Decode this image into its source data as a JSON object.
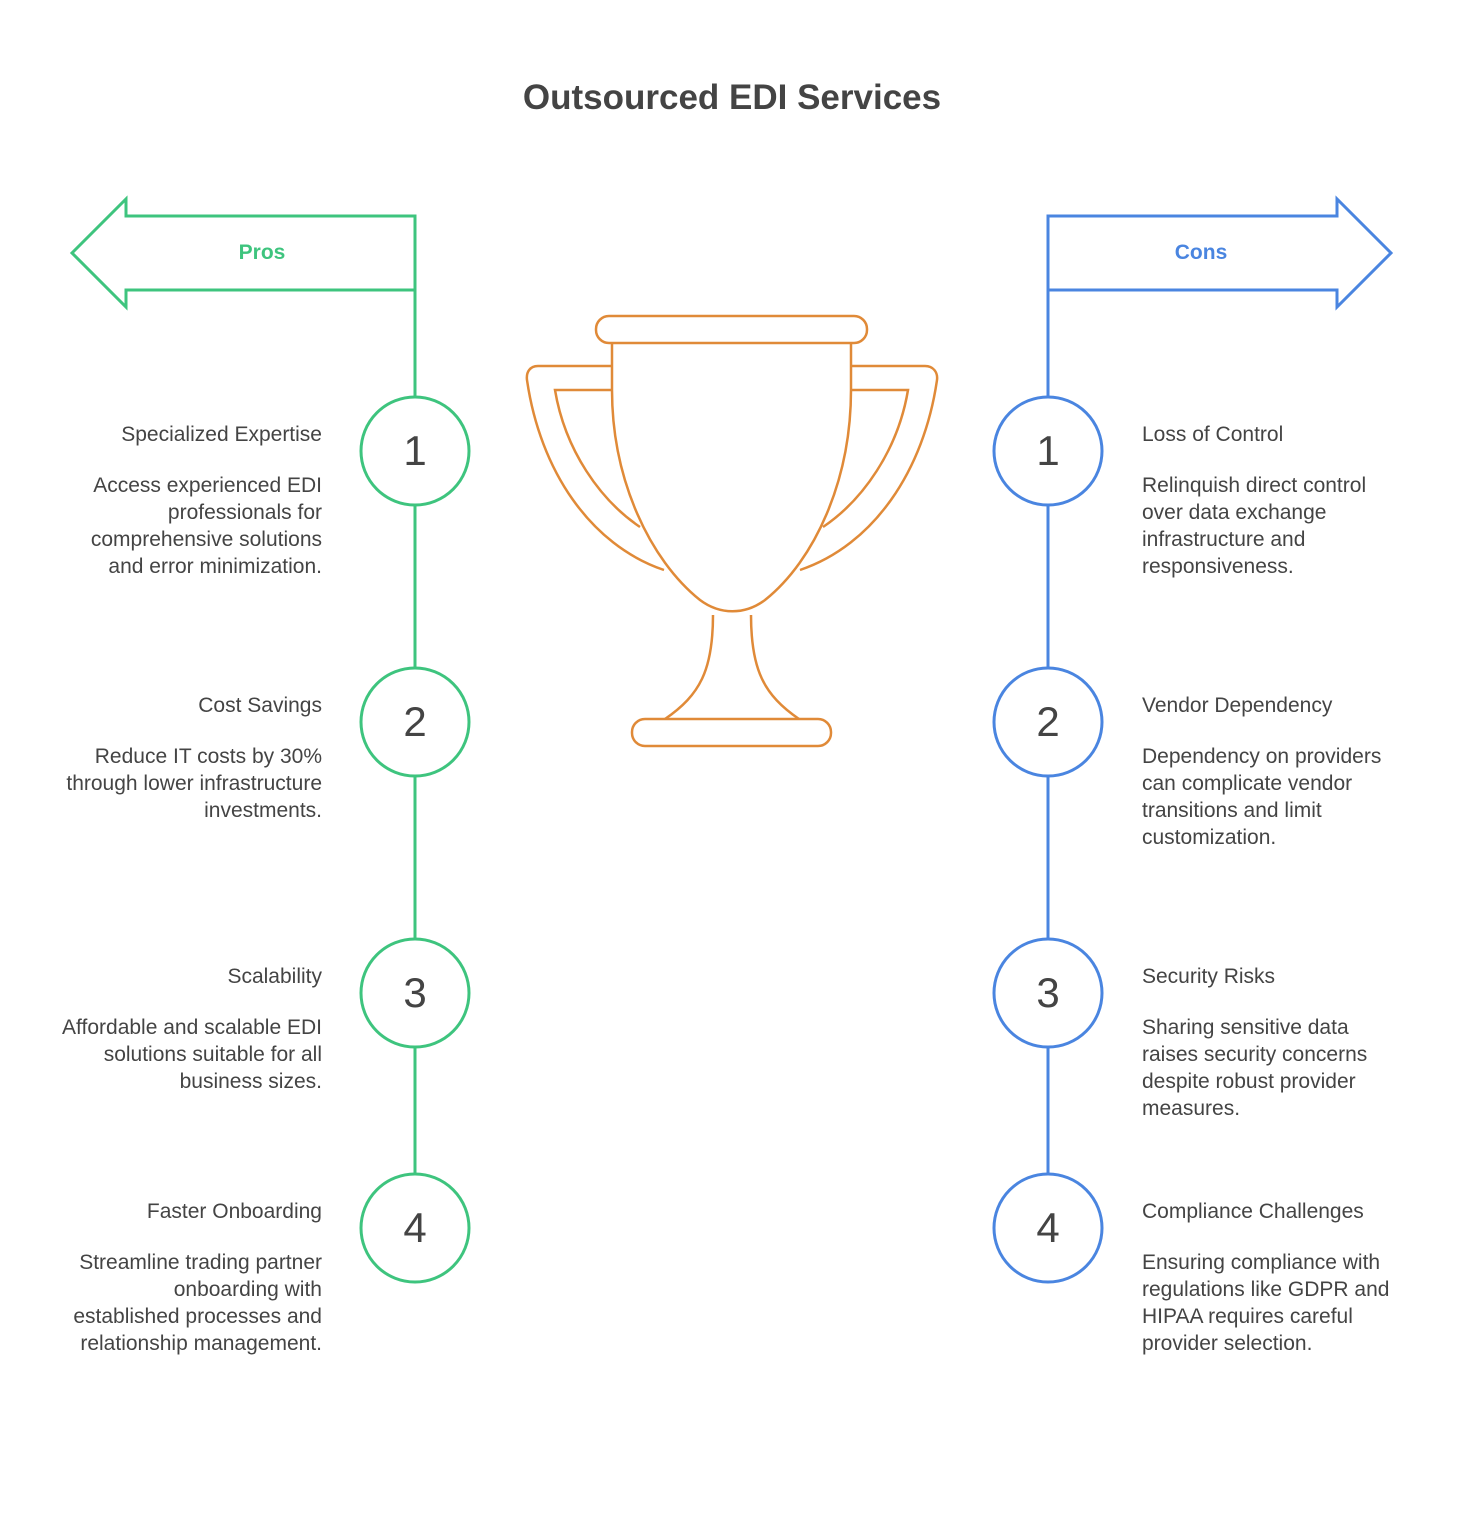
{
  "title": "Outsourced EDI Services",
  "colors": {
    "pros": "#3ec47e",
    "cons": "#4a85e0",
    "trophy": "#e08a38",
    "text": "#444444"
  },
  "pros": {
    "label": "Pros",
    "items": [
      {
        "number": "1",
        "title": "Specialized Expertise",
        "description": "Access experienced EDI professionals for comprehensive solutions and error minimization."
      },
      {
        "number": "2",
        "title": "Cost Savings",
        "description": "Reduce IT costs by 30% through lower infrastructure investments."
      },
      {
        "number": "3",
        "title": "Scalability",
        "description": "Affordable and scalable EDI solutions suitable for all business sizes."
      },
      {
        "number": "4",
        "title": "Faster Onboarding",
        "description": "Streamline trading partner onboarding with established processes and relationship management."
      }
    ]
  },
  "cons": {
    "label": "Cons",
    "items": [
      {
        "number": "1",
        "title": "Loss of Control",
        "description": "Relinquish direct control over data exchange infrastructure and responsiveness."
      },
      {
        "number": "2",
        "title": "Vendor Dependency",
        "description": "Dependency on providers can complicate vendor transitions and limit customization."
      },
      {
        "number": "3",
        "title": "Security Risks",
        "description": "Sharing sensitive data raises security concerns despite robust provider measures."
      },
      {
        "number": "4",
        "title": "Compliance Challenges",
        "description": "Ensuring compliance with regulations like GDPR and HIPAA requires careful provider selection."
      }
    ]
  }
}
